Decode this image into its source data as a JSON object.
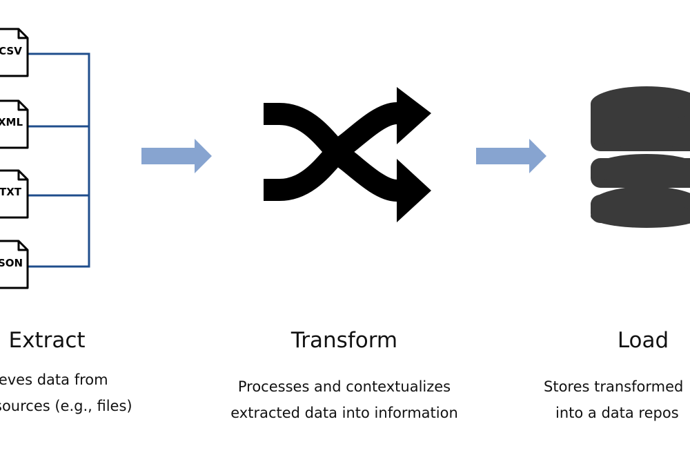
{
  "colors": {
    "connector": "#1f4e8c",
    "flow_arrow": "#87a4d0",
    "icon": "#000000",
    "database": "#3a3a3a"
  },
  "icons": {
    "files": "file-icon",
    "transform": "shuffle-icon",
    "load": "database-icon"
  },
  "extract": {
    "files": [
      "CSV",
      "XML",
      "TXT",
      "SON"
    ],
    "title": "Extract",
    "desc_lines": [
      "ieves data from",
      "sources (e.g., files)"
    ]
  },
  "transform": {
    "title": "Transform",
    "desc_lines": [
      "Processes and contextualizes",
      "extracted data into information"
    ]
  },
  "load": {
    "title": "Load",
    "desc_lines": [
      "Stores transformed",
      "into a data repos"
    ]
  }
}
